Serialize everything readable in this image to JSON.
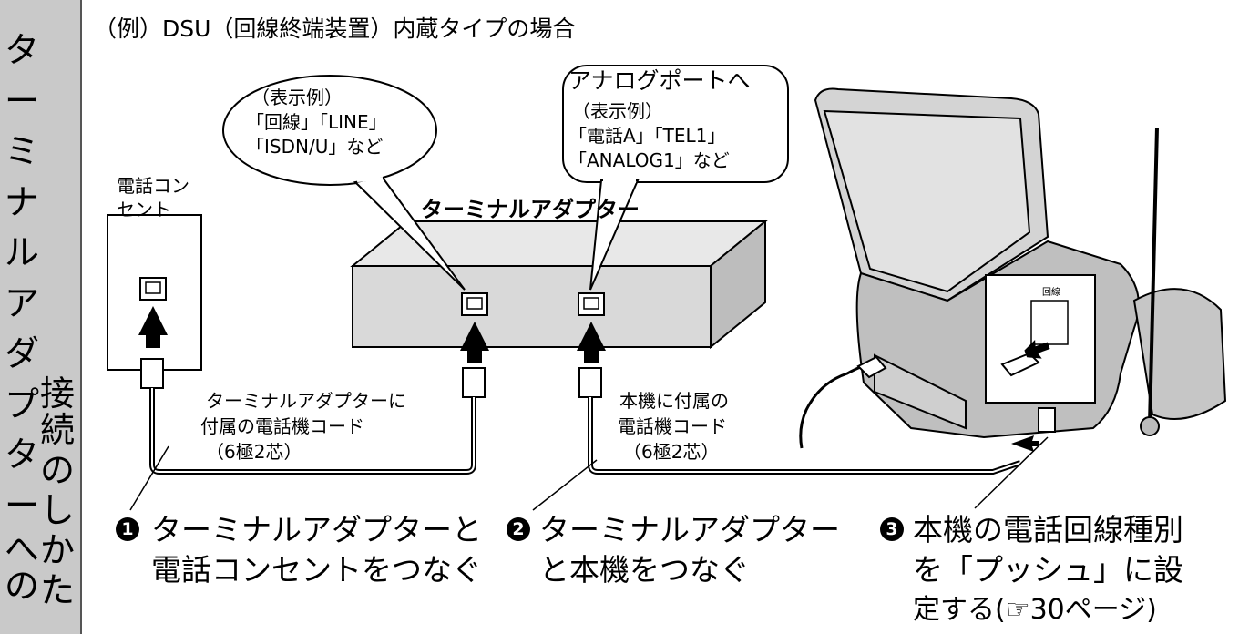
{
  "sidebar": {
    "main_chars": [
      "タ",
      "ー",
      "ミ",
      "ナ",
      "ル",
      "ア",
      "ダ",
      "プ",
      "タ",
      "ー"
    ],
    "sub_chars_col1": [
      "へ",
      "の"
    ],
    "sub_chars_col2": [
      "接",
      "続",
      "の",
      "し",
      "か",
      "た"
    ]
  },
  "heading": "（例）DSU（回線終端装置）内蔵タイプの場合",
  "outlet": {
    "label_line1": "電話コン",
    "label_line2": "セント"
  },
  "adapter": {
    "label": "ターミナルアダプター"
  },
  "bubble_left": {
    "line1": "（表示例）",
    "line2": "「回線」「LINE」",
    "line3": "「ISDN/U」など"
  },
  "bubble_right": {
    "line1": "アナログポートへ",
    "line2": "（表示例）",
    "line3": "「電話A」「TEL1」",
    "line4": "「ANALOG1」など"
  },
  "cord_left": {
    "line1": "ターミナルアダプターに",
    "line2": "付属の電話機コード",
    "line3": "（6極2芯）"
  },
  "cord_right": {
    "line1": "本機に付属の",
    "line2": "電話機コード",
    "line3": "（6極2芯）"
  },
  "device_port_label": "回線",
  "steps": [
    {
      "number": "1",
      "line1": "ターミナルアダプターと",
      "line2": "電話コンセントをつなぐ"
    },
    {
      "number": "2",
      "line1": "ターミナルアダプター",
      "line2": "と本機をつなぐ"
    },
    {
      "number": "3",
      "line1": "本機の電話回線種別",
      "line2": "を「プッシュ」に設",
      "line3": "定する(☞30ページ)"
    }
  ]
}
